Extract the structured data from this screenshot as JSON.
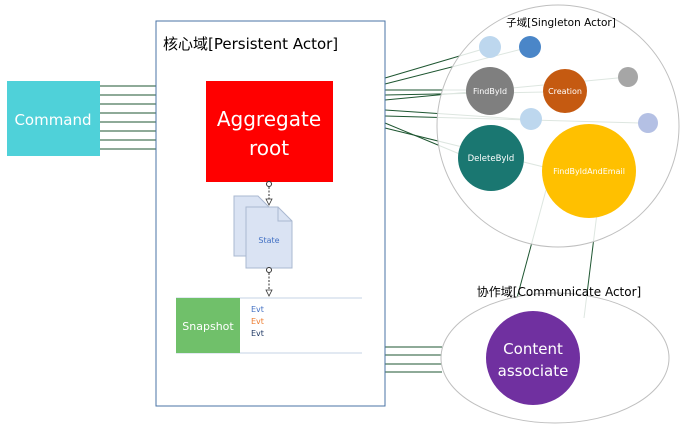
{
  "core_domain": {
    "title": "核心域[Persistent Actor]",
    "aggregate_root": {
      "label_line1": "Aggregate",
      "label_line2": "root"
    },
    "state_doc": {
      "label": "State"
    },
    "snapshot": {
      "label": "Snapshot"
    },
    "events": [
      {
        "label": "Evt",
        "color": "#4472c4"
      },
      {
        "label": "Evt",
        "color": "#ed7d31"
      },
      {
        "label": "Evt",
        "color": "#1f3864"
      }
    ]
  },
  "command": {
    "label": "Command"
  },
  "sub_domain": {
    "title": "子域[Singleton Actor]",
    "actors": [
      {
        "label": "FindById",
        "color": "#7f7f7f"
      },
      {
        "label": "Creation",
        "color": "#c55a11"
      },
      {
        "label": "DeleteById",
        "color": "#1a7771"
      },
      {
        "label": "FindByIdAndEmail",
        "color": "#ffc000"
      }
    ]
  },
  "collab_domain": {
    "title": "协作域[Communicate Actor]",
    "content_associate": {
      "label_line1": "Content",
      "label_line2": "associate",
      "color": "#7030a0"
    }
  },
  "colors": {
    "command_fill": "#4fd1d9",
    "aggregate_fill": "#ff0000",
    "snapshot_fill": "#70c06a",
    "connector": "#1e5631",
    "frame": "#4a73a6",
    "circle_outline": "#bfbfbf"
  }
}
